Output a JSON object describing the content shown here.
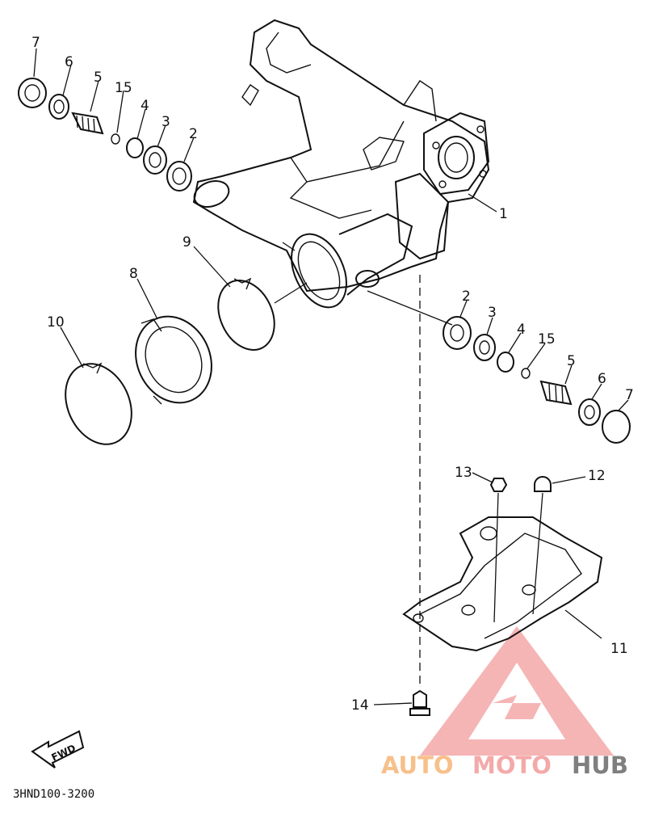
{
  "diagram": {
    "part_code": "3HND100-3200",
    "fwd_label": "FWD",
    "callouts_left": {
      "c7": "7",
      "c6": "6",
      "c5": "5",
      "c15": "15",
      "c4": "4",
      "c3": "3",
      "c2": "2",
      "c9": "9",
      "c8": "8",
      "c10": "10"
    },
    "callouts_right": {
      "c1": "1",
      "c2": "2",
      "c3": "3",
      "c4": "4",
      "c15": "15",
      "c5": "5",
      "c6": "6",
      "c7": "7",
      "c13": "13",
      "c12": "12",
      "c11": "11",
      "c14": "14"
    }
  },
  "watermark": {
    "text_auto": "AUTO",
    "text_moto": "MOTO",
    "text_hub": "HUB",
    "accent_color": "#f4a9a9",
    "brand_orange": "#f7c08a",
    "brand_gray": "#7f7f7f"
  }
}
